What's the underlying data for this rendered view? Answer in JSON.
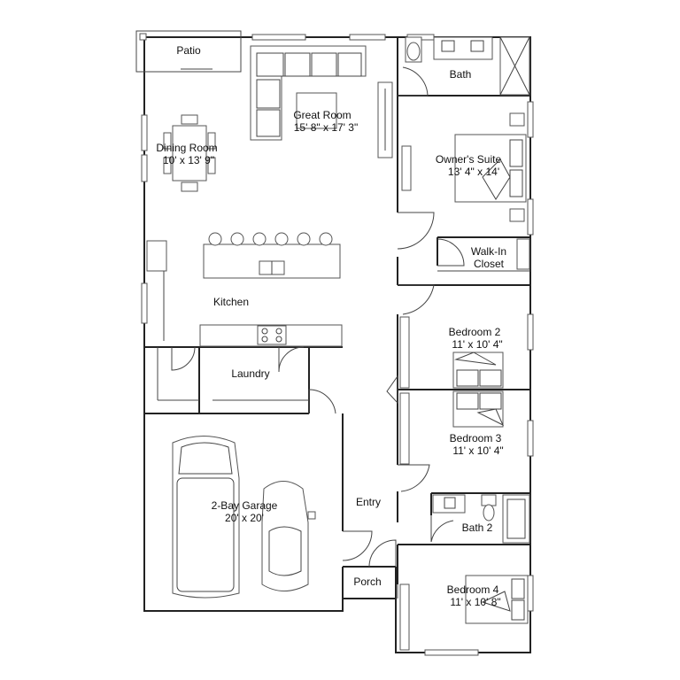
{
  "rooms": {
    "patio": {
      "name": "Patio"
    },
    "great_room": {
      "name": "Great Room",
      "dims": "15' 8\" x 17' 3\""
    },
    "dining_room": {
      "name": "Dining Room",
      "dims": "10' x 13' 9\""
    },
    "kitchen": {
      "name": "Kitchen"
    },
    "laundry": {
      "name": "Laundry"
    },
    "bath": {
      "name": "Bath"
    },
    "owners_suite": {
      "name": "Owner's Suite",
      "dims": "13' 4\" x 14'"
    },
    "walk_in_closet": {
      "line1": "Walk-In",
      "line2": "Closet"
    },
    "bedroom_2": {
      "name": "Bedroom 2",
      "dims": "11' x 10' 4\""
    },
    "bedroom_3": {
      "name": "Bedroom 3",
      "dims": "11' x 10' 4\""
    },
    "garage": {
      "name": "2-Bay Garage",
      "dims": "20' x 20'"
    },
    "entry": {
      "name": "Entry"
    },
    "bath_2": {
      "name": "Bath 2"
    },
    "porch": {
      "name": "Porch"
    },
    "bedroom_4": {
      "name": "Bedroom 4",
      "dims": "11' x 10' 8\""
    }
  }
}
